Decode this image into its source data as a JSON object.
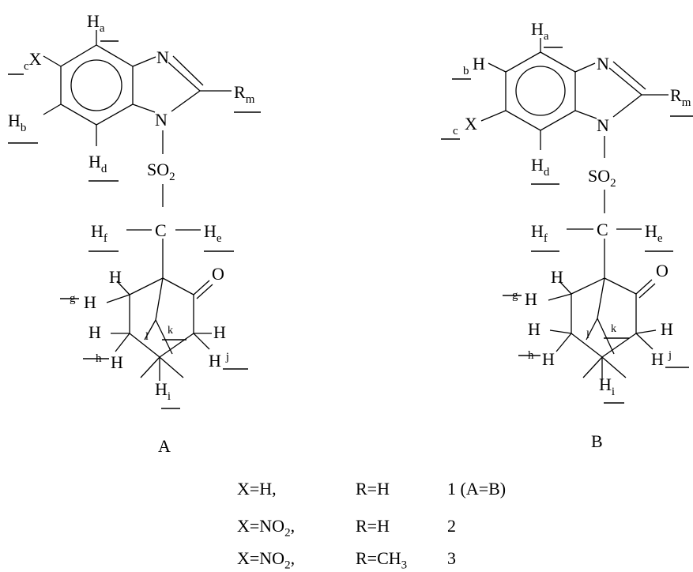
{
  "structure_a": {
    "caption": "A",
    "labels": {
      "Ha": "H",
      "Ha_sub": "a",
      "cX_pre": "c",
      "cX": "X",
      "N_top": "N",
      "N_bot": "N",
      "Rm": "R",
      "Rm_sub": "m",
      "Hb": "H",
      "Hb_sub": "b",
      "Hd": "H",
      "Hd_sub": "d",
      "SO2": "SO",
      "SO2_sub": "2",
      "Hf": "H",
      "Hf_sub": "f",
      "C": "C",
      "He": "H",
      "He_sub": "e",
      "O": "O",
      "Hg_top": "H",
      "g_pre": "g",
      "Hg": "H",
      "Hh_top": "H",
      "h_pre": "h",
      "Hh": "H",
      "l": "l",
      "k": "k",
      "Hj_top": "H",
      "Hj": "H",
      "Hj_sub": "j",
      "Hi": "H",
      "Hi_sub": "i"
    }
  },
  "structure_b": {
    "caption": "B",
    "labels": {
      "Ha": "H",
      "Ha_sub": "a",
      "bH_pre": "b",
      "bH": "H",
      "cX_pre": "c",
      "cX": "X",
      "N_top": "N",
      "N_bot": "N",
      "Rm": "R",
      "Rm_sub": "m",
      "Hd": "H",
      "Hd_sub": "d",
      "SO2": "SO",
      "SO2_sub": "2",
      "Hf": "H",
      "Hf_sub": "f",
      "C": "C",
      "He": "H",
      "He_sub": "e",
      "O": "O",
      "Hg_top": "H",
      "g_pre": "g",
      "Hg": "H",
      "Hh_top": "H",
      "h_pre": "h",
      "Hh": "H",
      "l": "l",
      "k": "k",
      "Hj_top": "H",
      "Hj": "H",
      "Hj_sub": "j",
      "Hi": "H",
      "Hi_sub": "i"
    }
  },
  "compounds": [
    {
      "x": "X=H,",
      "r": "R=H",
      "id": "1 (A=B)"
    },
    {
      "x_main": "X=NO",
      "x_sub": "2",
      "x_tail": ",",
      "r": "R=H",
      "id": "2"
    },
    {
      "x_main": "X=NO",
      "x_sub": "2",
      "x_tail": ",",
      "r_main": "R=CH",
      "r_sub": "3",
      "id": "3"
    }
  ]
}
